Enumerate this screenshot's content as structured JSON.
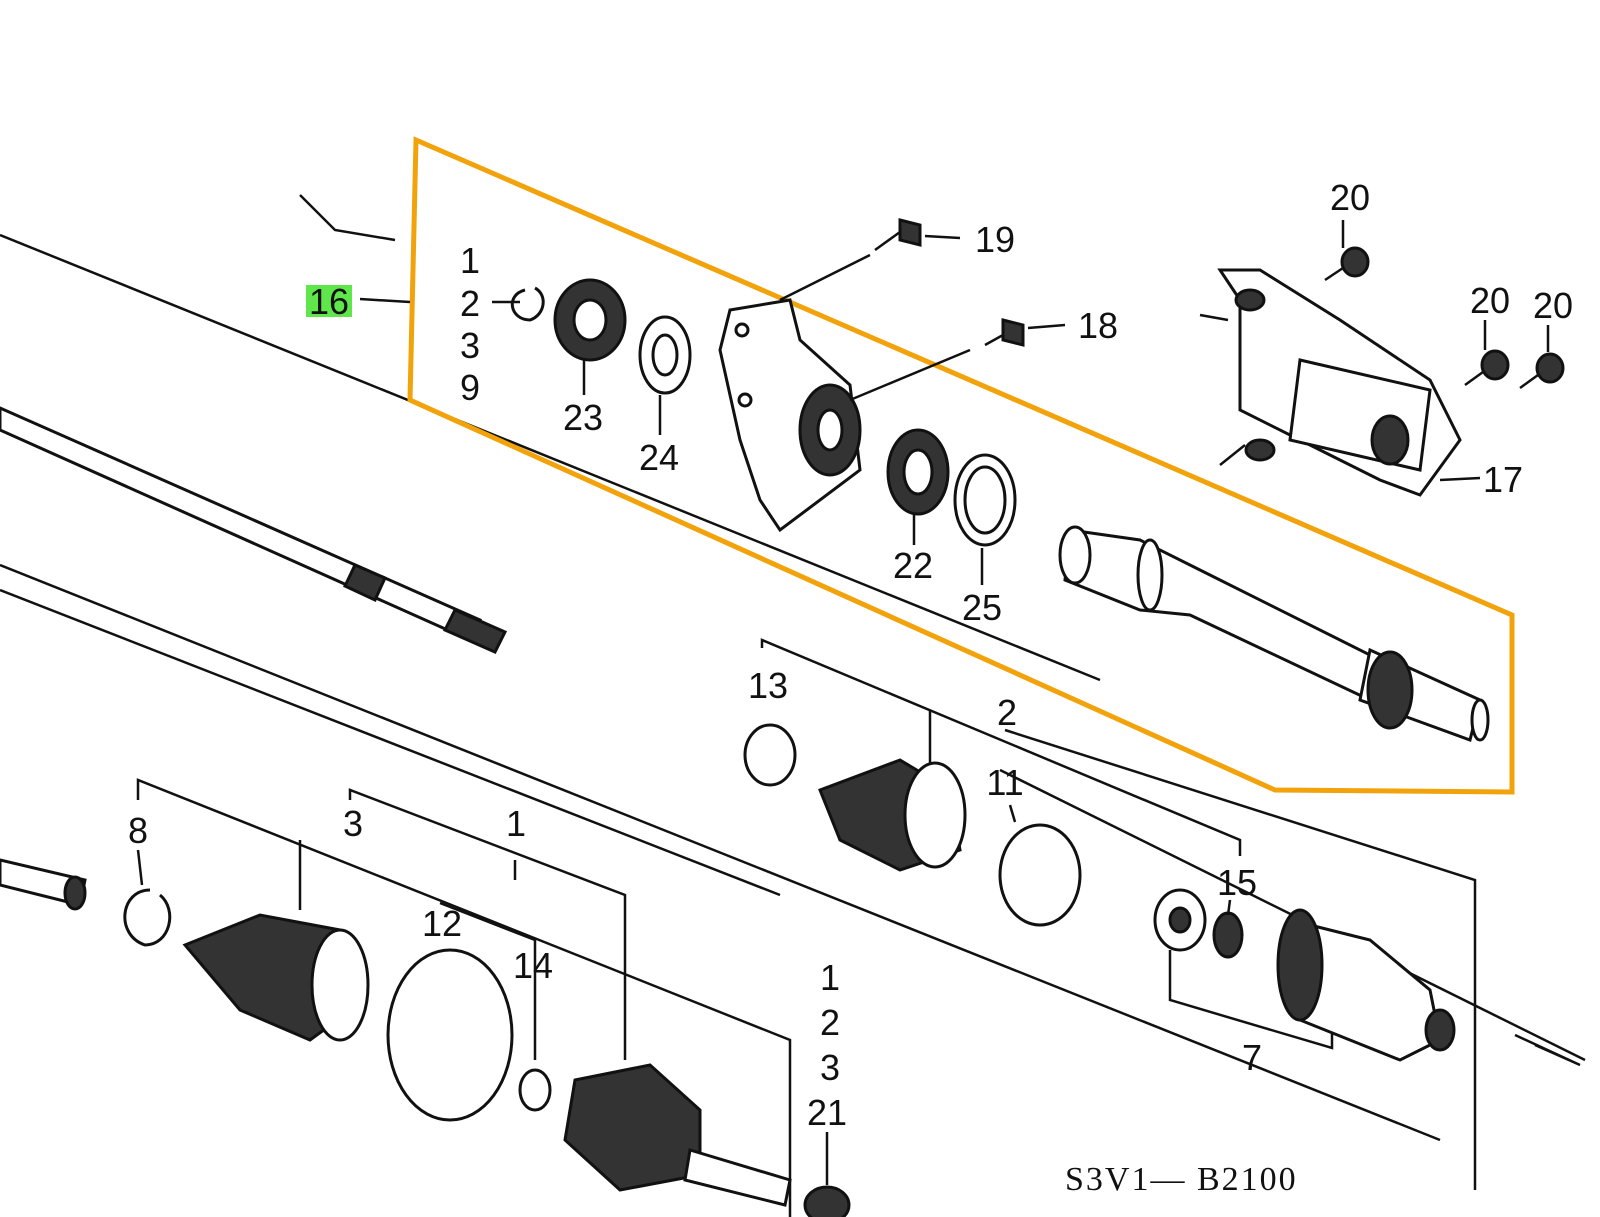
{
  "highlight": {
    "color": "#f2a20a",
    "tag_color": "#5ee64a",
    "tag_label": "16"
  },
  "callouts": {
    "c1a": "1",
    "c2a": "2",
    "c3a": "3",
    "c9": "9",
    "c23": "23",
    "c24": "24",
    "c19": "19",
    "c18": "18",
    "c22": "22",
    "c25": "25",
    "c20a": "20",
    "c20b": "20",
    "c20c": "20",
    "c17": "17",
    "c13": "13",
    "c2b": "2",
    "c11": "11",
    "c15": "15",
    "c7": "7",
    "c8": "8",
    "c3b": "3",
    "c1b": "1",
    "c12": "12",
    "c14": "14",
    "c1c": "1",
    "c2c": "2",
    "c3c": "3",
    "c21": "21"
  },
  "drawing_code": "S3V1— B2100"
}
